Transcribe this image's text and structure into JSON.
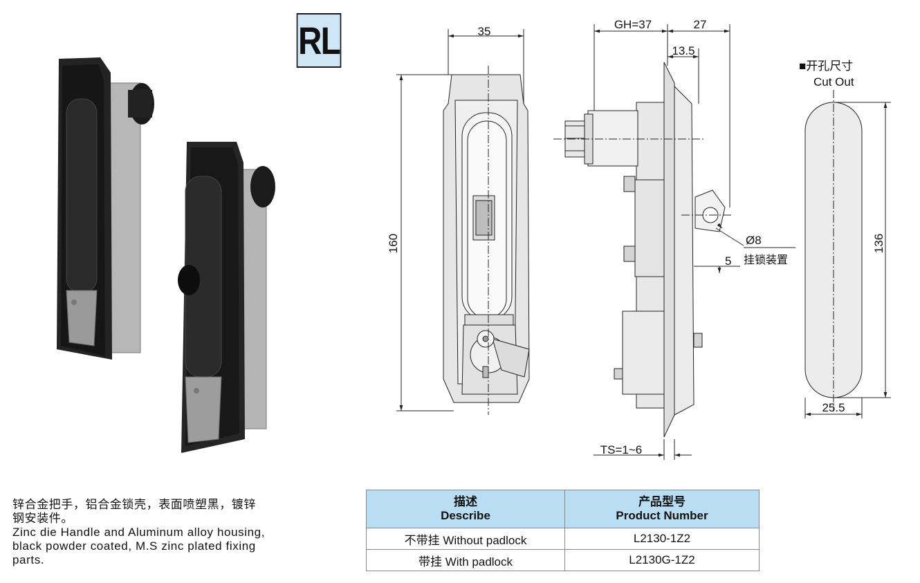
{
  "badge": {
    "label": "RL"
  },
  "drawing": {
    "front": {
      "width_dim": "35",
      "height_dim": "160"
    },
    "side": {
      "gh_dim": "GH=37",
      "depth_dim": "27",
      "offset_dim": "13.5",
      "hole_dim": "Ø8",
      "hole_offset_dim": "5",
      "padlock_label": "挂锁装置",
      "ts_dim": "TS=1~6"
    },
    "cutout": {
      "title_cn": "■开孔尺寸",
      "title_en": "Cut Out",
      "height_dim": "136",
      "width_dim": "25.5"
    }
  },
  "description": {
    "cn_line1": "锌合金把手，铝合金锁壳，表面喷塑黑，镀锌",
    "cn_line2": "钢安装件。",
    "en_line1": "Zinc die Handle and Aluminum alloy housing,",
    "en_line2": "black powder coated, M.S zinc plated fixing",
    "en_line3": "parts."
  },
  "table": {
    "header": {
      "describe_cn": "描述",
      "describe_en": "Describe",
      "product_cn": "产品型号",
      "product_en": "Product Number"
    },
    "rows": [
      {
        "describe": "不带挂 Without padlock",
        "product": "L2130-1Z2"
      },
      {
        "describe": "带挂 With padlock",
        "product": "L2130G-1Z2"
      }
    ]
  }
}
